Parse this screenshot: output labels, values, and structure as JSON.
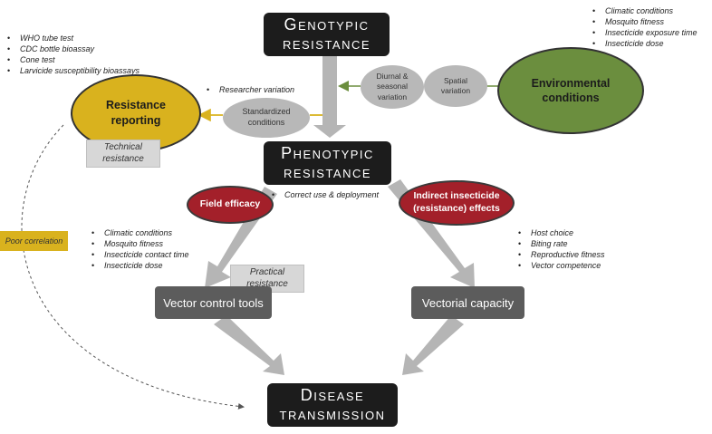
{
  "nodes": {
    "genotypic": "Genotypic resistance",
    "phenotypic": "Phenotypic resistance",
    "disease": "Disease transmission",
    "environmental": "Environmental conditions",
    "reporting": "Resistance reporting",
    "standardized": "Standardized conditions",
    "diurnal": "Diurnal & seasonal variation",
    "spatial": "Spatial variation",
    "field_efficacy": "Field efficacy",
    "indirect": "Indirect insecticide (resistance) effects",
    "vector_tools": "Vector control tools",
    "vectorial": "Vectorial capacity",
    "technical": "Technical resistance",
    "practical": "Practical resistance",
    "poor_correlation": "Poor correlation"
  },
  "lists": {
    "env_factors": [
      "Climatic conditions",
      "Mosquito fitness",
      "Insecticide exposure time",
      "Insecticide dose"
    ],
    "tests": [
      "WHO tube test",
      "CDC bottle bioassay",
      "Cone test",
      "Larvicide susceptibility bioassays"
    ],
    "researcher": [
      "Researcher variation"
    ],
    "deployment": [
      "Correct use & deployment"
    ],
    "field_factors": [
      "Climatic conditions",
      "Mosquito fitness",
      "Insecticide contact time",
      "Insecticide dose"
    ],
    "vector_factors": [
      "Host choice",
      "Biting rate",
      "Reproductive fitness",
      "Vector competence"
    ]
  },
  "colors": {
    "black": "#1c1c1c",
    "green": "#6b8e3e",
    "gold": "#d9b21e",
    "red": "#a3202a",
    "grey": "#5c5c5c",
    "arrow": "#b5b5b5"
  }
}
